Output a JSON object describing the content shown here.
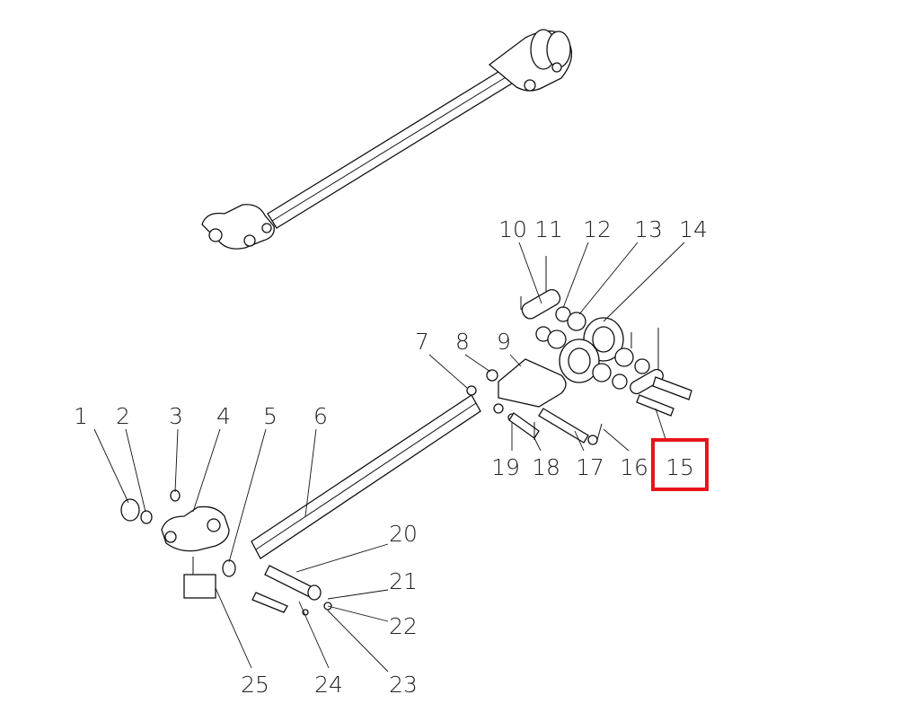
{
  "callouts": [
    "1",
    "2",
    "3",
    "4",
    "5",
    "6",
    "7",
    "8",
    "9",
    "10",
    "11",
    "12",
    "13",
    "14",
    "15",
    "16",
    "17",
    "18",
    "19",
    "20",
    "21",
    "22",
    "23",
    "24",
    "25"
  ],
  "highlighted_callout": "15",
  "highlight_color": "#e8141b"
}
